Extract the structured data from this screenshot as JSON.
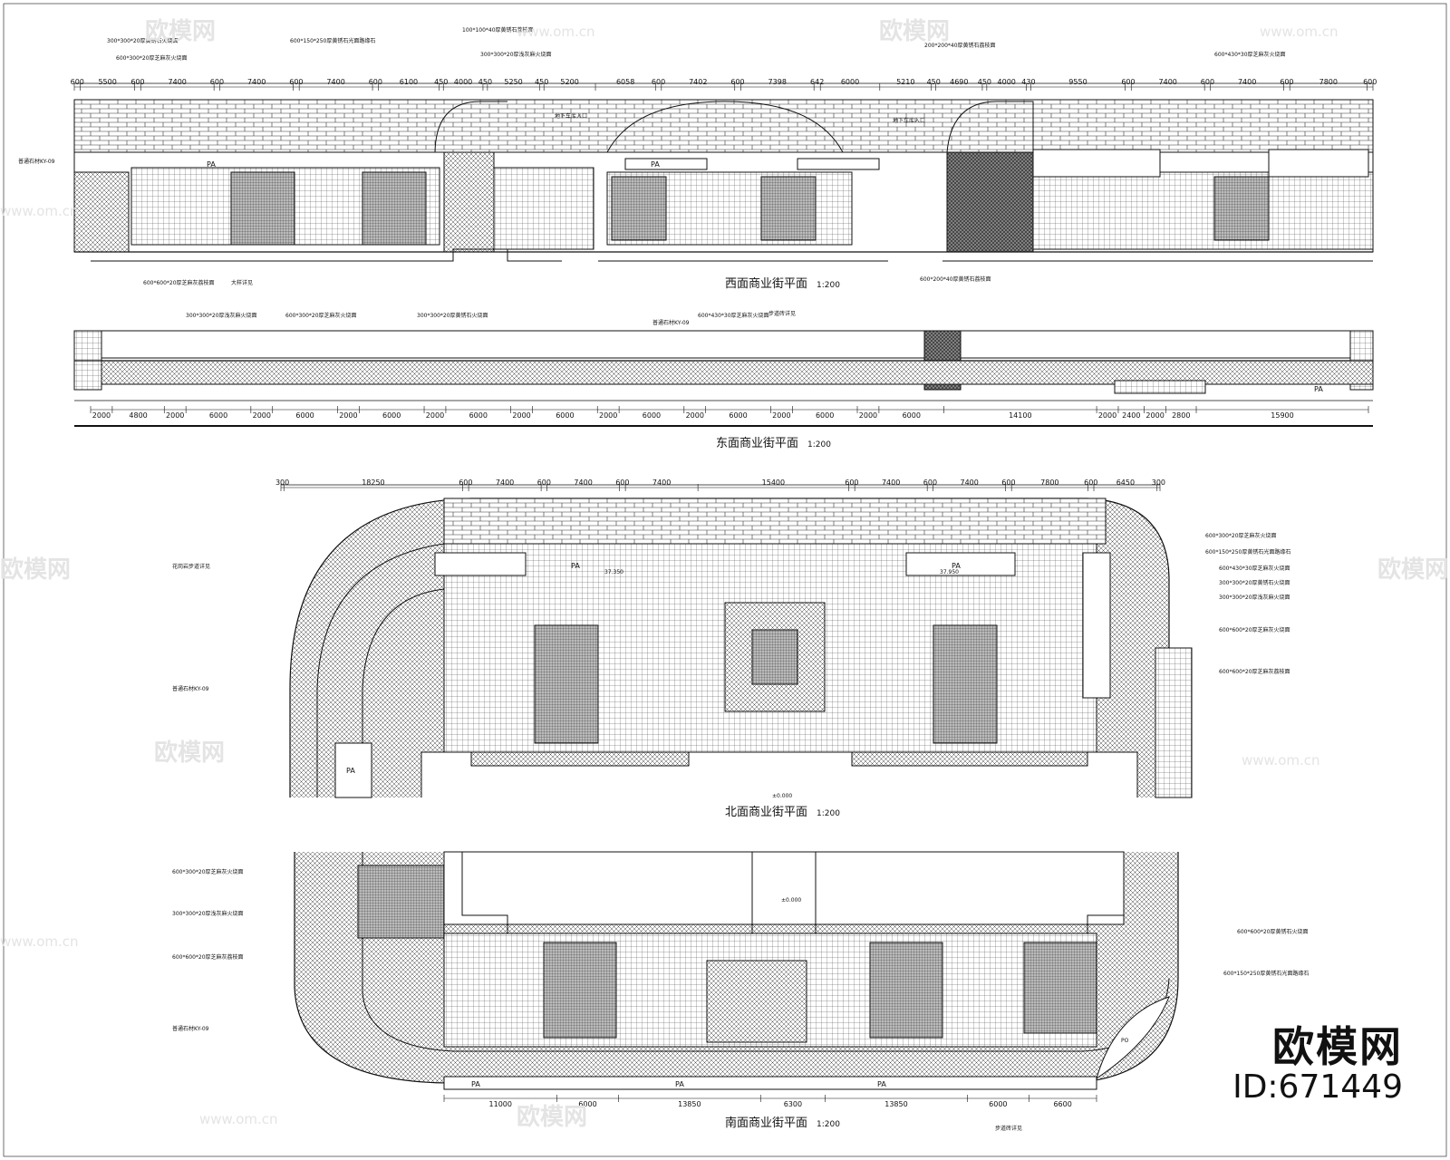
{
  "plans": {
    "west": {
      "title": "西面商业街平面",
      "scale": "1:200",
      "dims_top": [
        "600",
        "5500",
        "600",
        "7400",
        "600",
        "7400",
        "600",
        "7400",
        "600",
        "6100",
        "450",
        "4000",
        "450",
        "5250",
        "450",
        "5200",
        "6058",
        "600",
        "7402",
        "600",
        "7398",
        "642",
        "6000",
        "5210",
        "450",
        "4690",
        "450",
        "4000",
        "430",
        "9550",
        "600",
        "7400",
        "600",
        "7400",
        "600",
        "7800",
        "600"
      ],
      "labels": [
        "PA",
        "PA",
        "地下车库入口",
        "地下车库入口"
      ],
      "notes": [
        "300*300*20厚黄锈石火烧面",
        "600*300*20厚芝麻灰火烧面",
        "600*150*250厚黄锈石光面路缘石",
        "100*100*40厚黄锈石荔枝面",
        "300*300*20厚浅灰麻火烧面",
        "600*600*20厚芝麻灰荔枝面",
        "大样详见",
        "200*200*40厚黄锈石荔枝面",
        "600*200*40厚黄锈石荔枝面",
        "600*430*30厚芝麻灰火烧面",
        "普通石材KY-09"
      ]
    },
    "east": {
      "title": "东面商业街平面",
      "scale": "1:200",
      "dims_bottom": [
        "2000",
        "4800",
        "2000",
        "6000",
        "2000",
        "6000",
        "2000",
        "6000",
        "2000",
        "6000",
        "2000",
        "6000",
        "2000",
        "6000",
        "2000",
        "6000",
        "2000",
        "6000",
        "2000",
        "6000",
        "14100",
        "2000",
        "2400",
        "2000",
        "2800",
        "15900"
      ],
      "labels": [
        "PA"
      ],
      "notes": [
        "300*300*20厚浅灰麻火烧面",
        "600*300*20厚芝麻灰火烧面",
        "300*300*20厚黄锈石火烧面",
        "600*430*30厚芝麻灰火烧面",
        "普通石材KY-09",
        "步道砖详见"
      ]
    },
    "north": {
      "title": "北面商业街平面",
      "scale": "1:200",
      "dims_top": [
        "300",
        "18250",
        "600",
        "7400",
        "600",
        "7400",
        "600",
        "7400",
        "15400",
        "600",
        "7400",
        "600",
        "7400",
        "600",
        "7800",
        "600",
        "6450",
        "300"
      ],
      "labels": [
        "PA",
        "±0.000",
        "37.350",
        "37.950"
      ],
      "notes": [
        "600*300*20厚芝麻灰火烧面",
        "600*150*250厚黄锈石光面路缘石",
        "600*430*30厚芝麻灰火烧面",
        "300*300*20厚黄锈石火烧面",
        "300*300*20厚浅灰麻火烧面",
        "600*600*20厚芝麻灰火烧面",
        "600*600*20厚芝麻灰荔枝面",
        "普通石材KY-09",
        "花岗岩步道详见"
      ]
    },
    "south": {
      "title": "南面商业街平面",
      "scale": "1:200",
      "dims_bottom": [
        "11000",
        "6000",
        "13850",
        "6300",
        "13850",
        "6000",
        "6600"
      ],
      "labels": [
        "PA",
        "±0.000",
        "PO"
      ],
      "notes": [
        "600*300*20厚芝麻灰火烧面",
        "600*600*20厚芝麻灰荔枝面",
        "300*300*20厚浅灰麻火烧面",
        "600*600*20厚黄锈石火烧面",
        "600*150*250厚黄锈石光面路缘石",
        "普通石材KY-09",
        "步道砖详见"
      ]
    }
  },
  "watermark": {
    "logo": "欧模网",
    "url": "www.om.cn"
  },
  "brand": {
    "logo": "欧模网",
    "id": "ID:671449"
  },
  "colors": {
    "line": "#111111",
    "watermark": "#e4e4e4",
    "background": "#ffffff"
  }
}
